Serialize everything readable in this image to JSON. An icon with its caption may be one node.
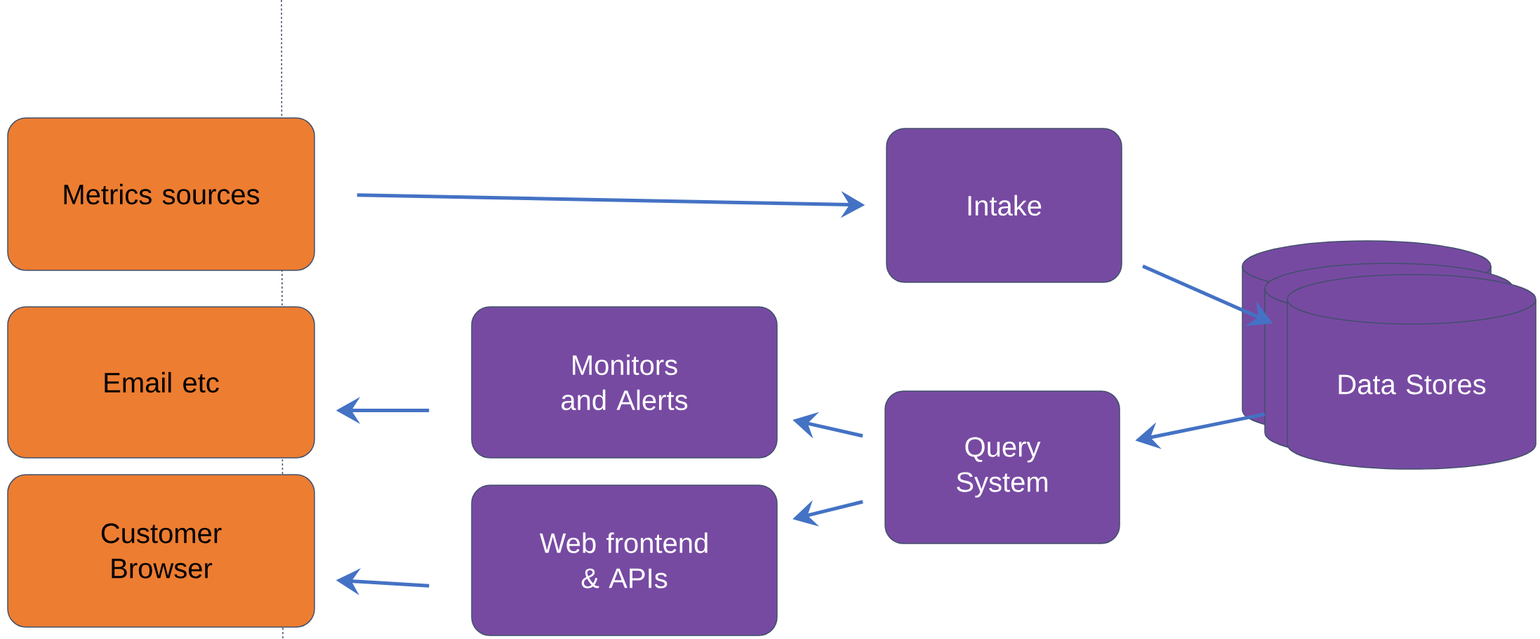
{
  "diagram": {
    "nodes": [
      {
        "text": [
          "Metrics sources"
        ]
      },
      {
        "text": [
          "Intake"
        ]
      },
      {
        "text": [
          "Data Stores"
        ]
      },
      {
        "text": [
          "Email etc"
        ]
      },
      {
        "text": [
          "Monitors and Alerts"
        ]
      },
      {
        "text": [
          "Query System"
        ]
      },
      {
        "text": [
          "Customer Browser"
        ]
      },
      {
        "text": [
          "Web frontend & APIs"
        ]
      }
    ],
    "edges": [
      {
        "from": 0,
        "to": 1,
        "arrow": "to"
      },
      {
        "from": 1,
        "to": 2,
        "arrow": "to"
      },
      {
        "from": 2,
        "to": 5,
        "arrow": "to"
      },
      {
        "from": 5,
        "to": 4,
        "arrow": "to"
      },
      {
        "from": 5,
        "to": 7,
        "arrow": "to"
      },
      {
        "from": 4,
        "to": 3,
        "arrow": "to"
      },
      {
        "from": 7,
        "to": 6,
        "arrow": "to"
      }
    ]
  }
}
